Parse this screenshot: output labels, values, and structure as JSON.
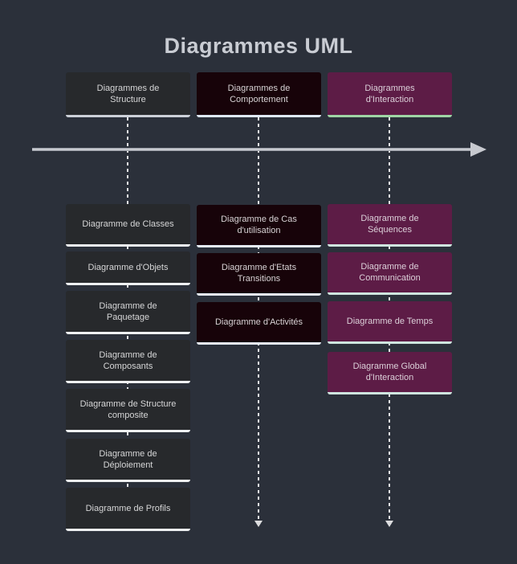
{
  "title": "Diagrammes UML",
  "colors": {
    "background": "#2b303a",
    "structure_fill": "#27292c",
    "comportement_fill": "#170309",
    "interaction_fill": "#5d1c46",
    "structure_underline": "#eef0f2",
    "comportement_underline": "#e6eef8",
    "interaction_underline": "#cfe5df",
    "interaction_header_underline": "#9fd5a5",
    "timeline_arrow": "#c7c9cf",
    "dashed_line": "#e3e3e5",
    "title_text": "#c9ccd3"
  },
  "columns": [
    {
      "header": "Diagrammes de Structure",
      "items": [
        "Diagramme de Classes",
        "Diagramme d'Objets",
        "Diagramme de Paquetage",
        "Diagramme de Composants",
        "Diagramme de Structure composite",
        "Diagramme de Déploiement",
        "Diagramme de Profils"
      ]
    },
    {
      "header": "Diagrammes de Comportement",
      "items": [
        "Diagramme de Cas d'utilisation",
        "Diagramme d'Etats Transitions",
        "Diagramme d'Activités"
      ]
    },
    {
      "header": "Diagrammes d'Interaction",
      "items": [
        "Diagramme de Séquences",
        "Diagramme de Communication",
        "Diagramme de Temps",
        "Diagramme Global d'Interaction"
      ]
    }
  ]
}
